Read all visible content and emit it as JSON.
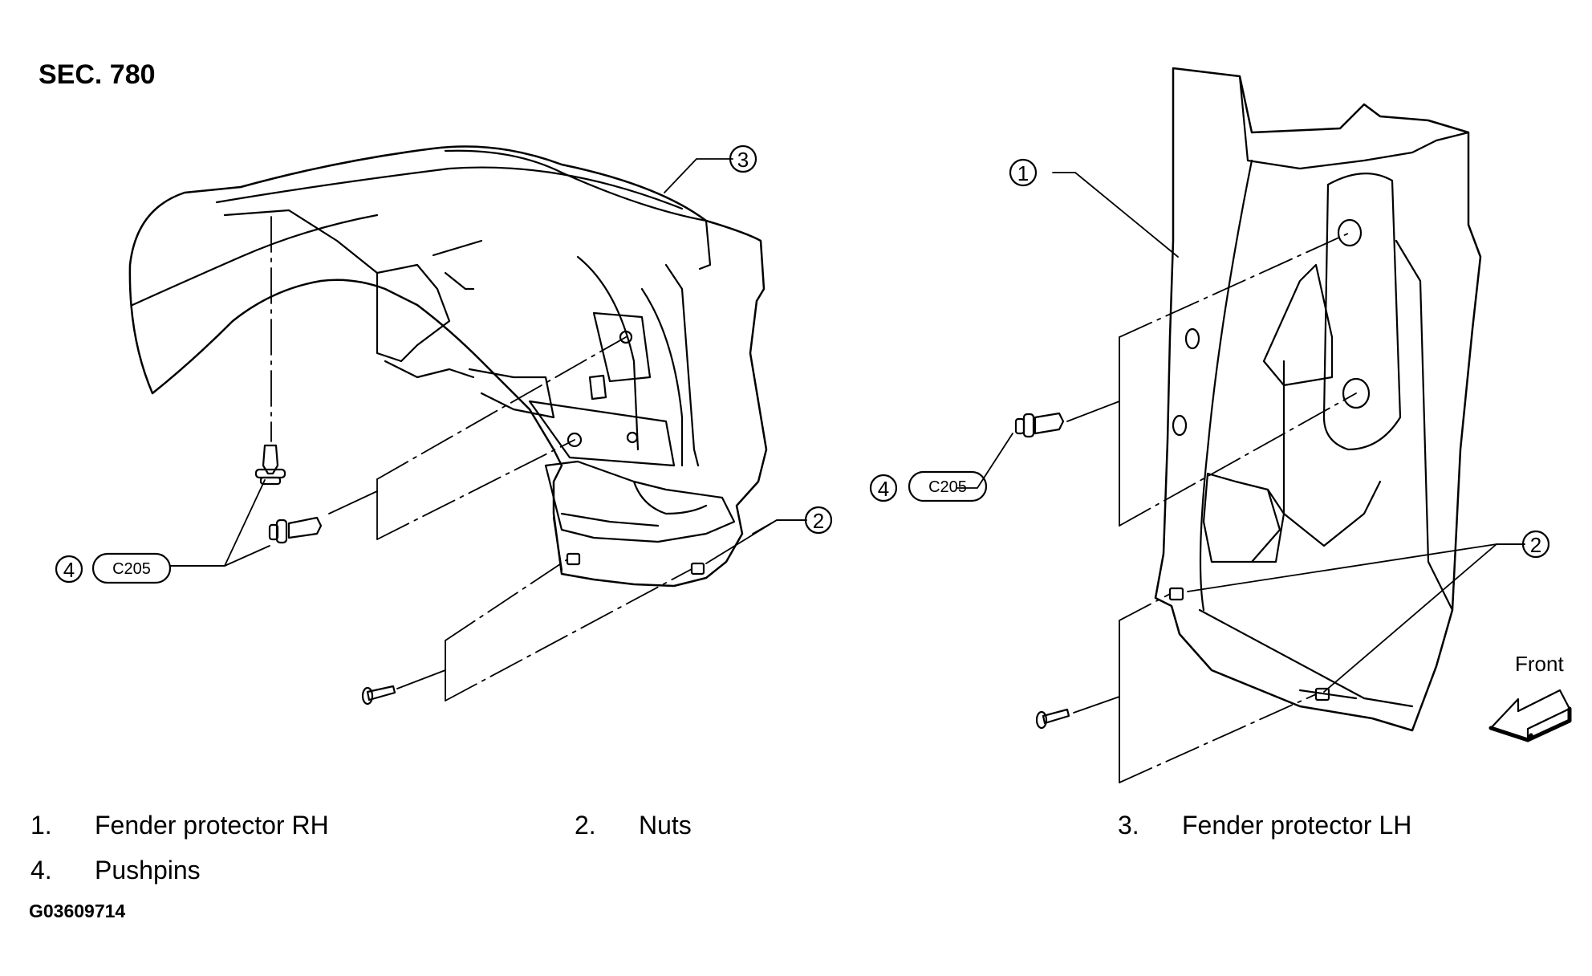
{
  "section_label": "SEC. 780",
  "callouts": {
    "c1": "1",
    "c2": "2",
    "c3": "3",
    "c4": "4",
    "fastener_code": "C205",
    "front_label": "Front"
  },
  "legend": [
    {
      "num": "1.",
      "text": "Fender protector RH"
    },
    {
      "num": "2.",
      "text": "Nuts"
    },
    {
      "num": "3.",
      "text": "Fender protector LH"
    },
    {
      "num": "4.",
      "text": "Pushpins"
    }
  ],
  "figure_id": "G03609714"
}
